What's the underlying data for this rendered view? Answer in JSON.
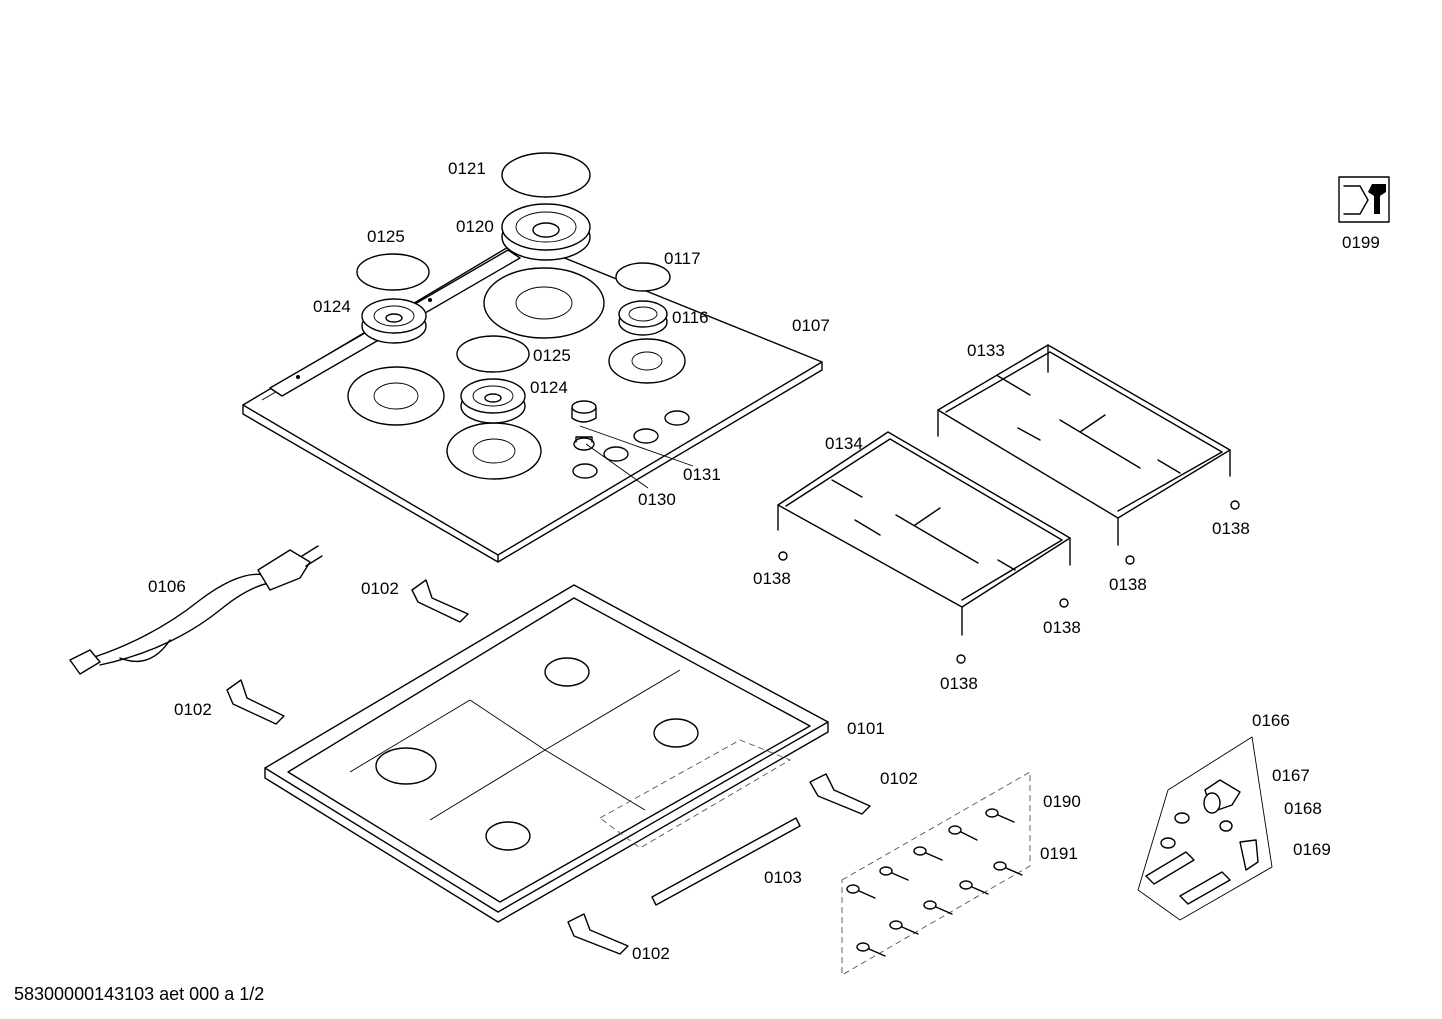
{
  "labels": {
    "p0121": "0121",
    "p0120": "0120",
    "p0125_top": "0125",
    "p0117": "0117",
    "p0124_top": "0124",
    "p0116": "0116",
    "p0107": "0107",
    "p0125_mid": "0125",
    "p0124_mid": "0124",
    "p0131": "0131",
    "p0130": "0130",
    "p0133": "0133",
    "p0134": "0134",
    "p0138_a": "0138",
    "p0138_b": "0138",
    "p0138_c": "0138",
    "p0138_d": "0138",
    "p0138_e": "0138",
    "p0106": "0106",
    "p0102_a": "0102",
    "p0102_b": "0102",
    "p0102_c": "0102",
    "p0102_d": "0102",
    "p0101": "0101",
    "p0103": "0103",
    "p0166": "0166",
    "p0167": "0167",
    "p0168": "0168",
    "p0169": "0169",
    "p0190": "0190",
    "p0191": "0191",
    "p0199": "0199"
  },
  "icons": {
    "service_kit": "wrench-nut-icon"
  },
  "footer": {
    "document_code": "58300000143103 aet 000 a 1/2"
  }
}
